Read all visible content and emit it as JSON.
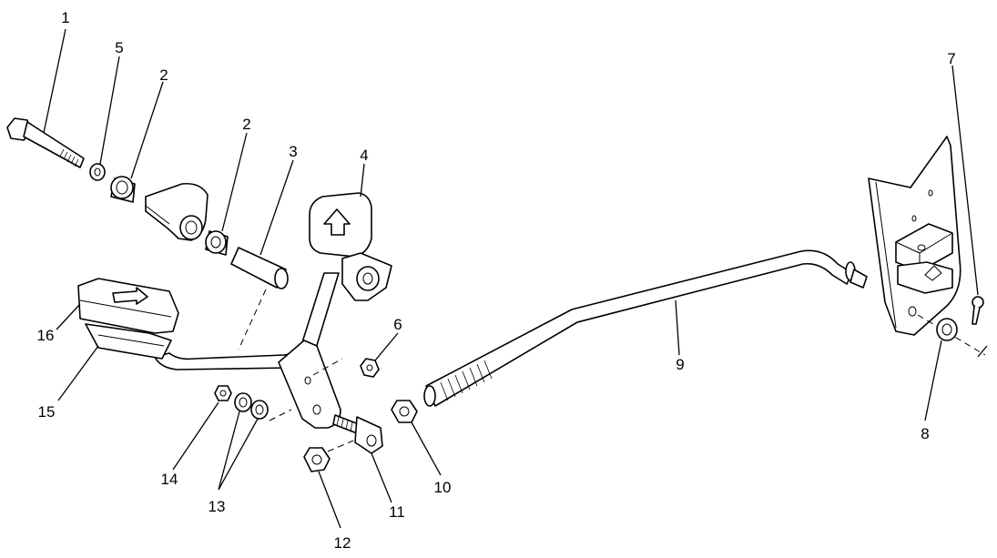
{
  "callouts": [
    {
      "id": "c1",
      "text": "1"
    },
    {
      "id": "c5",
      "text": "5"
    },
    {
      "id": "c2a",
      "text": "2"
    },
    {
      "id": "c2b",
      "text": "2"
    },
    {
      "id": "c3",
      "text": "3"
    },
    {
      "id": "c4",
      "text": "4"
    },
    {
      "id": "c6",
      "text": "6"
    },
    {
      "id": "c7",
      "text": "7"
    },
    {
      "id": "c8",
      "text": "8"
    },
    {
      "id": "c9",
      "text": "9"
    },
    {
      "id": "c10",
      "text": "10"
    },
    {
      "id": "c11",
      "text": "11"
    },
    {
      "id": "c12",
      "text": "12"
    },
    {
      "id": "c13",
      "text": "13"
    },
    {
      "id": "c14",
      "text": "14"
    },
    {
      "id": "c15",
      "text": "15"
    },
    {
      "id": "c16",
      "text": "16"
    }
  ],
  "colors": {
    "ink": "#000000",
    "paper": "#ffffff"
  }
}
